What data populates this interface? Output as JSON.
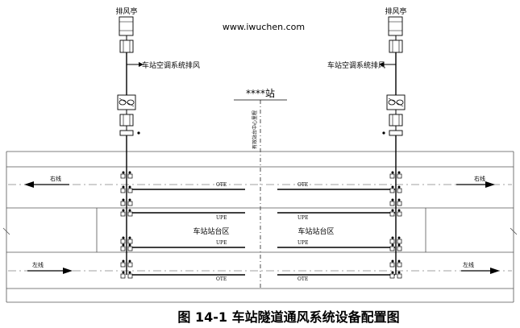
{
  "watermark": "www.iwuchen.com",
  "station_name": "****站",
  "center_line_label": "有效站台中心里程",
  "vent_pavilion_left": "排风亭",
  "vent_pavilion_right": "排风亭",
  "ac_exhaust_left": "车站空调系统排风",
  "ac_exhaust_right": "车站空调系统排风",
  "track_right_top_left": "右线",
  "track_right_top_right": "右线",
  "track_left_bottom_left": "左线",
  "track_left_bottom_right": "左线",
  "platform_left": "车站站台区",
  "platform_right": "车站站台区",
  "ote_labels": [
    "OTE",
    "OTE",
    "OTE",
    "OTE"
  ],
  "upe_labels": [
    "UPE",
    "UPE",
    "UPE",
    "UPE"
  ],
  "caption": "图 14-1    车站隧道通风系统设备配置图"
}
